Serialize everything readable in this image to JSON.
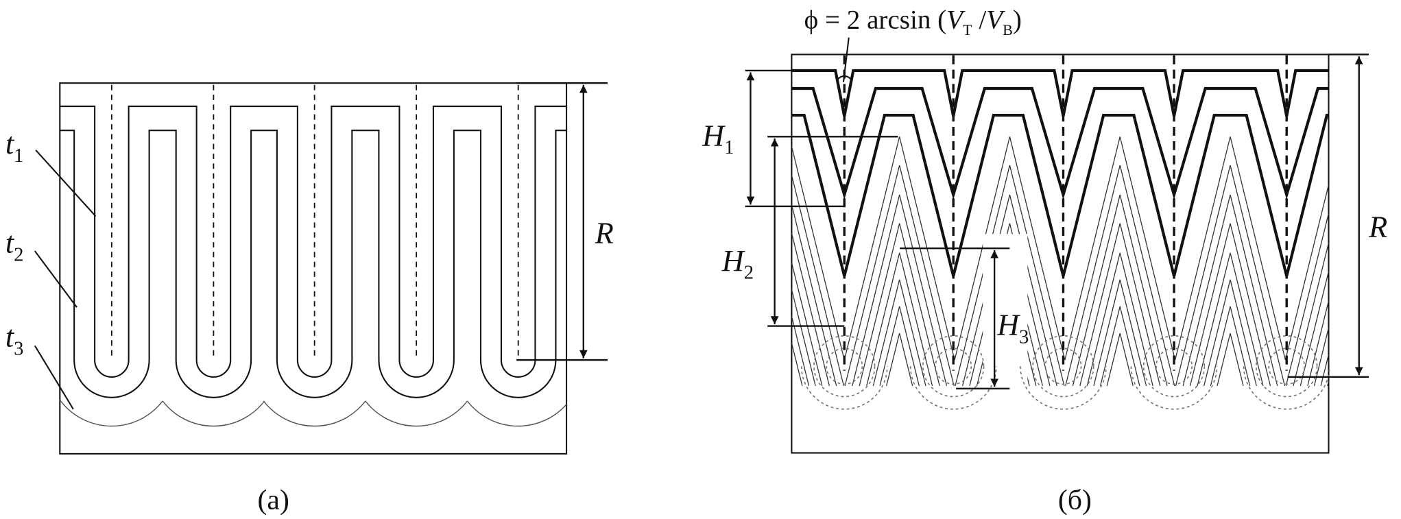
{
  "panel_a": {
    "caption": "(a)",
    "labels": {
      "t1": {
        "var": "t",
        "sub": "1"
      },
      "t2": {
        "var": "t",
        "sub": "2"
      },
      "t3": {
        "var": "t",
        "sub": "3"
      },
      "R": "R"
    }
  },
  "panel_b": {
    "caption": "(б)",
    "formula": {
      "prefix": "ϕ = 2 arcsin (",
      "v1": "V",
      "s1": "T",
      "slash": " /",
      "v2": "V",
      "s2": "B",
      "suffix": ")"
    },
    "labels": {
      "H1": {
        "var": "H",
        "sub": "1"
      },
      "H2": {
        "var": "H",
        "sub": "2"
      },
      "H3": {
        "var": "H",
        "sub": "3"
      },
      "R": "R"
    }
  }
}
